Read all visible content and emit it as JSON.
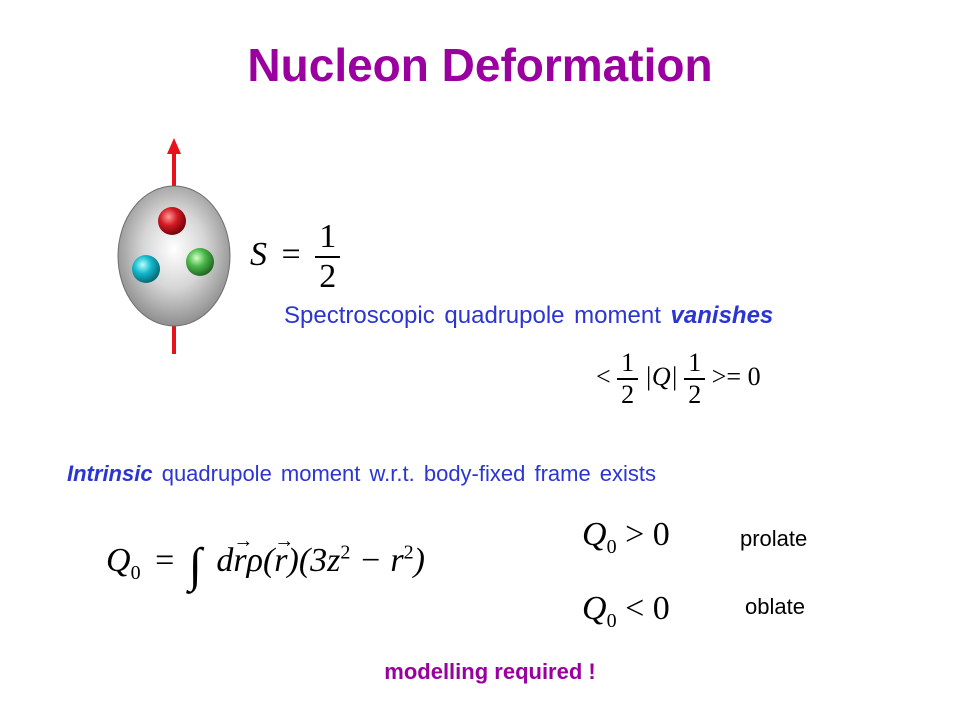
{
  "slide": {
    "title": "Nucleon Deformation",
    "spin_equation": {
      "symbol": "S",
      "equals": "=",
      "numerator": "1",
      "denominator": "2"
    },
    "spectroscopic_text": "Spectroscopic quadrupole moment",
    "spectroscopic_emphasis": "vanishes",
    "expectation_equation": {
      "open": "<",
      "numerator_left": "1",
      "denominator_left": "2",
      "operator": "|Q|",
      "numerator_right": "1",
      "denominator_right": "2",
      "close": ">= 0"
    },
    "intrinsic_emphasis": "Intrinsic",
    "intrinsic_text": "quadrupole moment w.r.t. body-fixed frame exists",
    "integral_equation": {
      "lhs": "Q",
      "lhs_sub": "0",
      "equals": "=",
      "integral": "∫",
      "body_a": "d",
      "vec_r": "r",
      "body_b": "ρ(",
      "body_c": ")(3z",
      "sq1": "2",
      "body_d": " − r",
      "sq2": "2",
      "body_e": ")"
    },
    "prolate_condition": {
      "symbol": "Q",
      "sub": "0",
      "relation": "> 0"
    },
    "oblate_condition": {
      "symbol": "Q",
      "sub": "0",
      "relation": "< 0"
    },
    "prolate_label": "prolate",
    "oblate_label": "oblate",
    "modelling_note": "modelling required !",
    "colors": {
      "title": "#99009f",
      "blue_text": "#2a35d4",
      "spin_arrow": "#e8121c",
      "quark_red": "#d11a22",
      "quark_cyan": "#12b8cc",
      "quark_green": "#4bb84b",
      "nucleon_body": "#9a9a9a"
    }
  }
}
